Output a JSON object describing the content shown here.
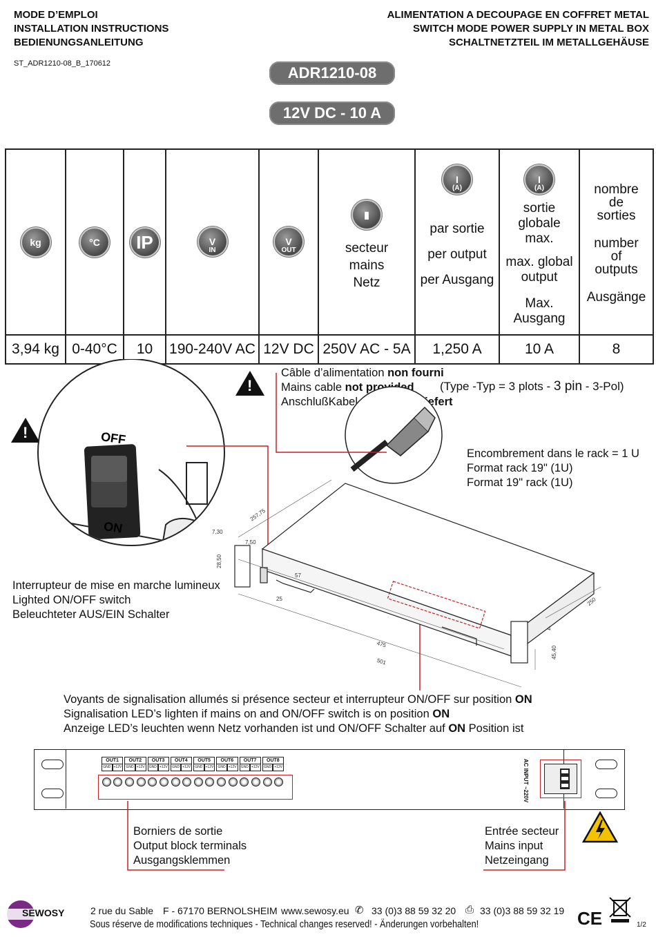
{
  "header": {
    "left_lines": [
      "MODE D’EMPLOI",
      "INSTALLATION INSTRUCTIONS",
      "BEDIENUNGSANLEITUNG"
    ],
    "right_lines": [
      "ALIMENTATION A DECOUPAGE EN COFFRET METAL",
      "SWITCH MODE POWER SUPPLY IN METAL BOX",
      "SCHALTNETZTEIL IM METALLGEHÄUSE"
    ],
    "doc_ref": "ST_ADR1210-08_B_170612",
    "model": "ADR1210-08",
    "rating": "12V DC - 10 A"
  },
  "specs": {
    "icons": {
      "weight": "kg",
      "temp": "°C",
      "ip": "IP",
      "vin_top": "V",
      "vin_sub": "IN",
      "vout_top": "V",
      "vout_sub": "OUT",
      "current_top": "I",
      "current_sub": "(A)"
    },
    "headers": {
      "mains": [
        "secteur",
        "mains",
        "Netz"
      ],
      "per_output": [
        "par sortie",
        "per output",
        "per Ausgang"
      ],
      "global": [
        "sortie",
        "globale",
        "max.",
        "max. global",
        "output",
        "Max.",
        "Ausgang"
      ],
      "outputs": [
        "nombre",
        "de",
        "sorties",
        "number",
        "of",
        "outputs",
        "Ausgänge"
      ]
    },
    "values": [
      "3,94 kg",
      "0-40°C",
      "10",
      "190-240V AC",
      "12V DC",
      "250V AC - 5A",
      "1,250 A",
      "10 A",
      "8"
    ]
  },
  "cable_note": {
    "l1_a": "Câble d’alimentation ",
    "l1_b": "non fourni",
    "l2_a": "Mains cable ",
    "l2_b": "not provided",
    "l3_a": "AnschlußKabel ",
    "l3_b": "nicht mitgeliefert",
    "type_note_a": "(Type -Typ = 3 plots - ",
    "type_note_b": "3 pin",
    "type_note_c": " - 3-Pol)"
  },
  "rack_note": [
    "Encombrement dans le rack = 1 U",
    "Format rack 19\" (1U)",
    "Format 19\" rack (1U)"
  ],
  "switch_zoom": {
    "off": "OFF",
    "on": "ON"
  },
  "switch_note": [
    "Interrupteur de mise en marche lumineux",
    "Lighted ON/OFF switch",
    "Beleuchteter AUS/EIN Schalter"
  ],
  "dimensions": [
    "257,75",
    "7,30",
    "7,50",
    "28,50",
    "57",
    "25",
    "475",
    "501",
    "250",
    "4",
    "45,40"
  ],
  "led_note": {
    "l1_a": "Voyants de signalisation allumés si présence secteur et interrupteur ON/OFF sur position ",
    "l1_b": "ON",
    "l2_a": "Signalisation LED’s lighten if mains on and ON/OFF switch is on position ",
    "l2_b": "ON",
    "l3_a": "Anzeige LED’s leuchten wenn Netz vorhanden ist und ON/OFF Schalter auf ",
    "l3_b": "ON",
    "l3_c": " Position ist"
  },
  "rear_panel": {
    "outputs": [
      "OUT1",
      "OUT2",
      "OUT3",
      "OUT4",
      "OUT5",
      "OUT6",
      "OUT7",
      "OUT8"
    ],
    "gnd": "GND",
    "plus": "+12V",
    "ac_label": "AC INPUT ~220V"
  },
  "terminals_note": [
    "Borniers de sortie",
    "Output block terminals",
    "Ausgangsklemmen"
  ],
  "input_note": [
    "Entrée secteur",
    "Mains input",
    "Netzeingang"
  ],
  "footer": {
    "brand": "SEWOSY",
    "address": "2 rue du Sable",
    "city": "F - 67170 BERNOLSHEIM",
    "web": "www.sewosy.eu",
    "phone": "33 (0)3 88 59 32 20",
    "fax": "33 (0)3 88 59 32 19",
    "disclaimer": "Sous réserve de modifications techniques - Technical changes reserved! - Änderungen vorbehalten!",
    "ce": "CE",
    "page": "1/2"
  }
}
